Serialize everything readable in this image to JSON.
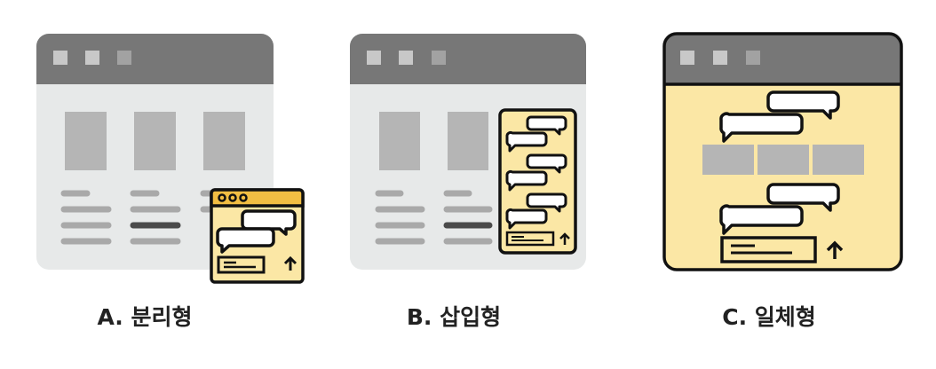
{
  "captions": {
    "a": "A. 분리형",
    "b": "B. 삽입형",
    "c": "C. 일체형"
  },
  "colors": {
    "titlebar": "#777777",
    "titlebar_dot": "#c8c8c8",
    "titlebar_dot_faded": "#a2a2a2",
    "window_body": "#e7e9e9",
    "placeholder_block": "#b5b5b5",
    "text_line_light": "#a9a9a9",
    "text_line_dark": "#4a4a4a",
    "chat_fill": "#fbe7a5",
    "chat_header": "#f2be43",
    "outline": "#111111",
    "bubble_fill": "#ffffff"
  },
  "icons": [
    "window-dots-icon",
    "chat-bubble-icon",
    "send-arrow-icon"
  ]
}
